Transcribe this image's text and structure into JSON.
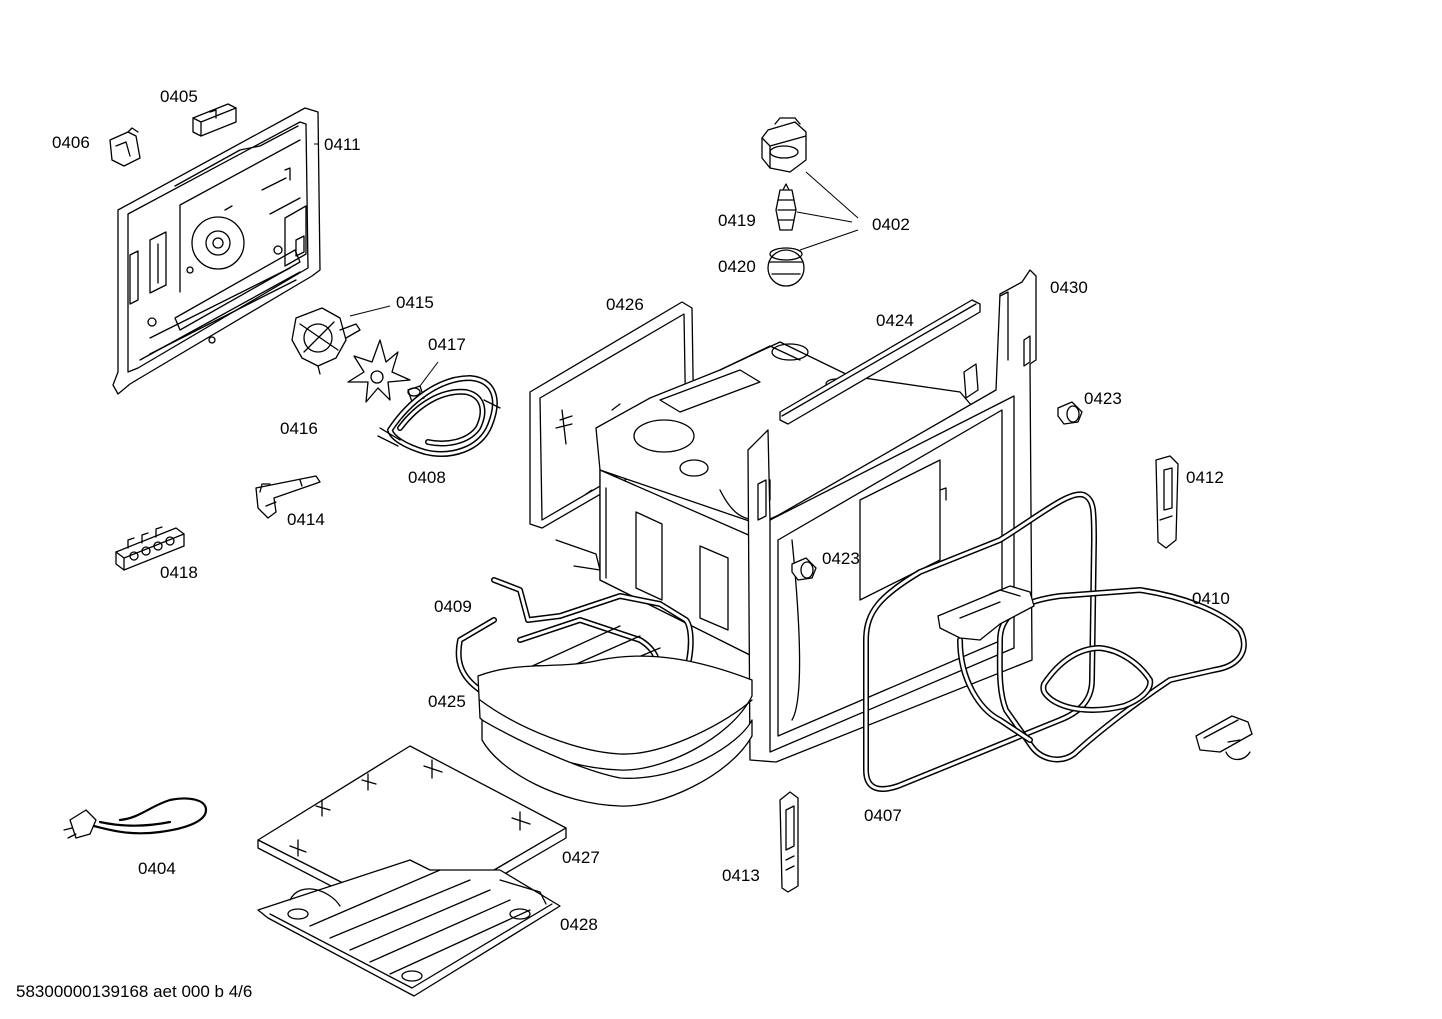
{
  "labels": {
    "p0405": "0405",
    "p0406": "0406",
    "p0411": "0411",
    "p0402": "0402",
    "p0419": "0419",
    "p0420": "0420",
    "p0415": "0415",
    "p0417": "0417",
    "p0416": "0416",
    "p0408": "0408",
    "p0426": "0426",
    "p0424": "0424",
    "p0430": "0430",
    "p0423a": "0423",
    "p0423b": "0423",
    "p0412": "0412",
    "p0414": "0414",
    "p0418": "0418",
    "p0409": "0409",
    "p0410": "0410",
    "p0425": "0425",
    "p0407": "0407",
    "p0404": "0404",
    "p0427": "0427",
    "p0428": "0428",
    "p0413": "0413"
  },
  "footer": "58300000139168 aet 000 b 4/6"
}
